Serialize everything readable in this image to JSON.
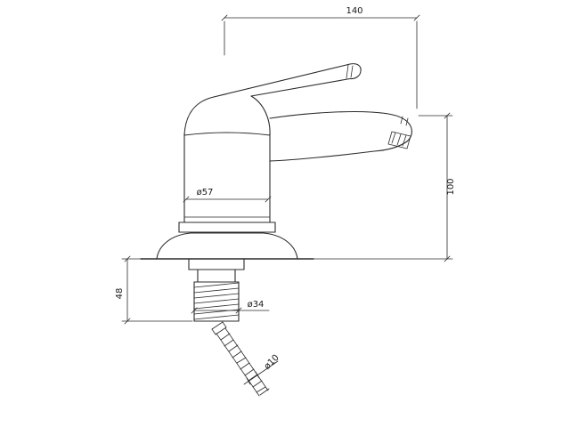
{
  "drawing": {
    "background": "#ffffff",
    "line_color": "#2b2b2b",
    "labels": {
      "spout_reach": "140",
      "height_to_outlet": "100",
      "body_diameter": "ø57",
      "under_counter_length": "48",
      "shank_diameter": "ø34",
      "hose_diameter": "ø10"
    }
  }
}
